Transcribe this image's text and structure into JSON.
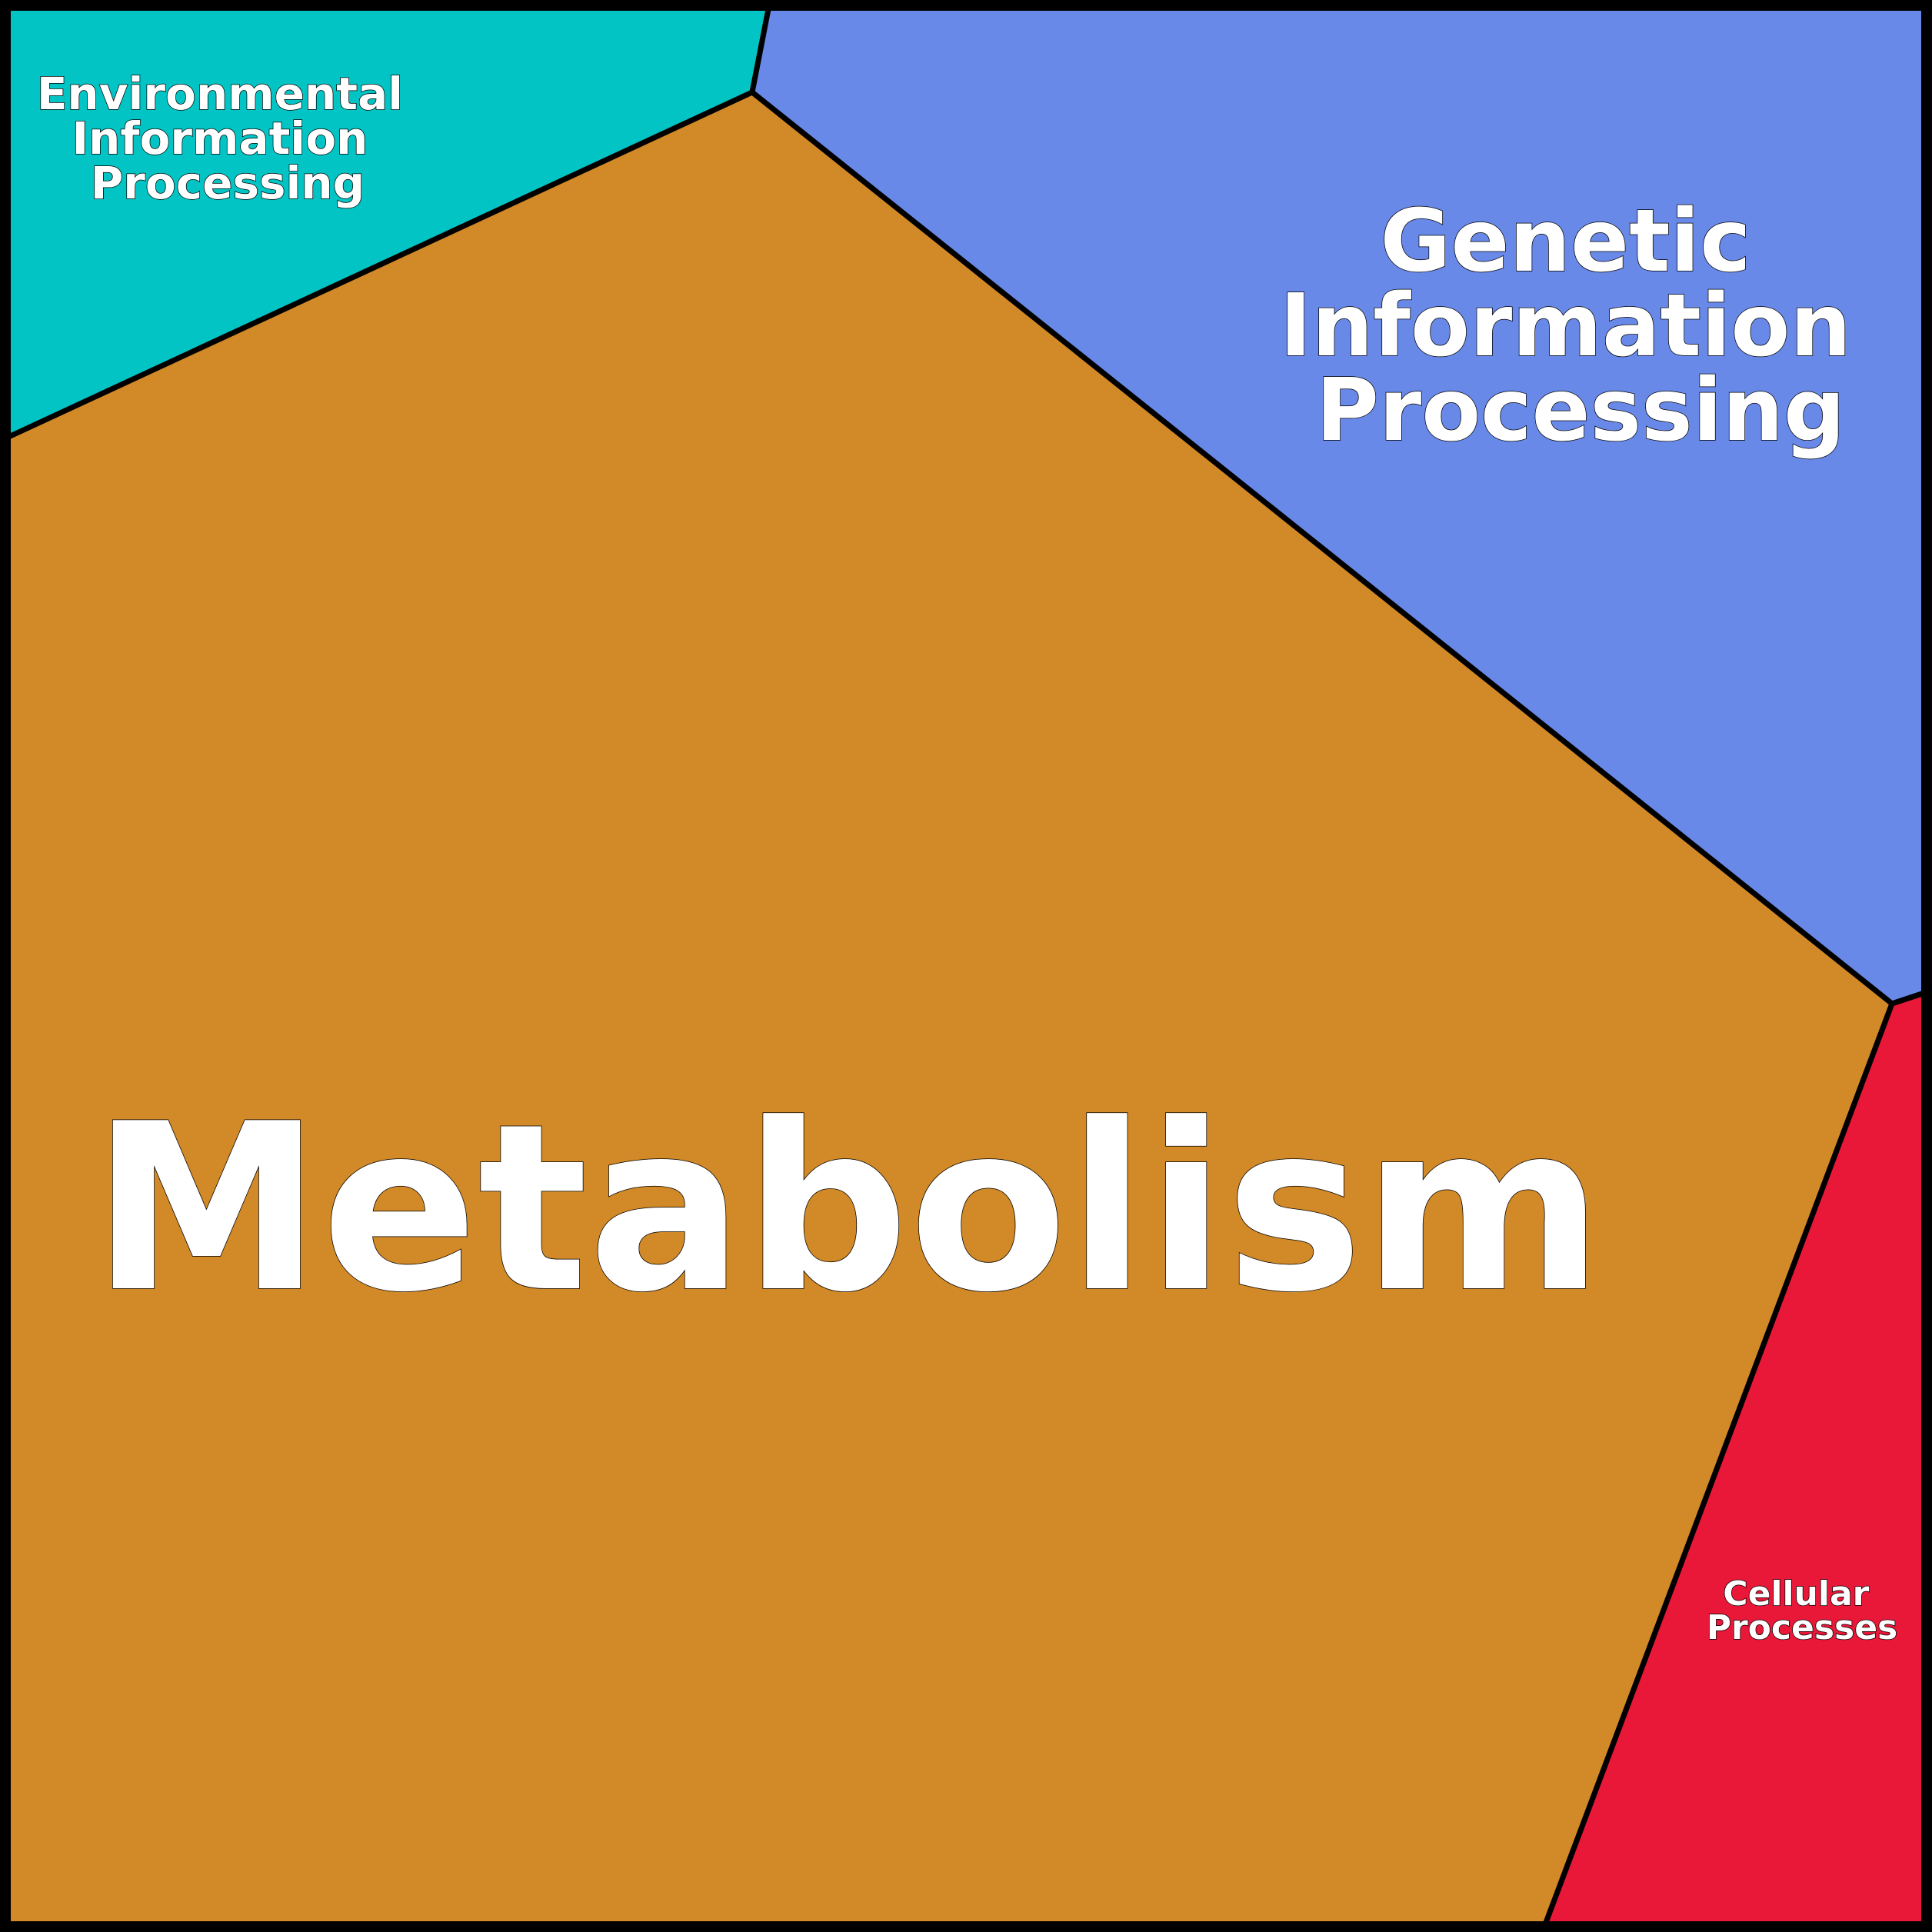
{
  "diagram": {
    "type": "voronoi-treemap",
    "regions": [
      {
        "id": "environmental",
        "label_lines": [
          "Environmental",
          "Information",
          "Processing"
        ],
        "color": "#03C4C4"
      },
      {
        "id": "genetic",
        "label_lines": [
          "Genetic",
          "Information",
          "Processing"
        ],
        "color": "#6889E8"
      },
      {
        "id": "metabolism",
        "label_lines": [
          "Metabolism"
        ],
        "color": "#D28927"
      },
      {
        "id": "cellular",
        "label_lines": [
          "Cellular",
          "Processes"
        ],
        "color": "#E91839"
      }
    ],
    "border_color": "#000000",
    "label_color": "#FFFFFF"
  }
}
